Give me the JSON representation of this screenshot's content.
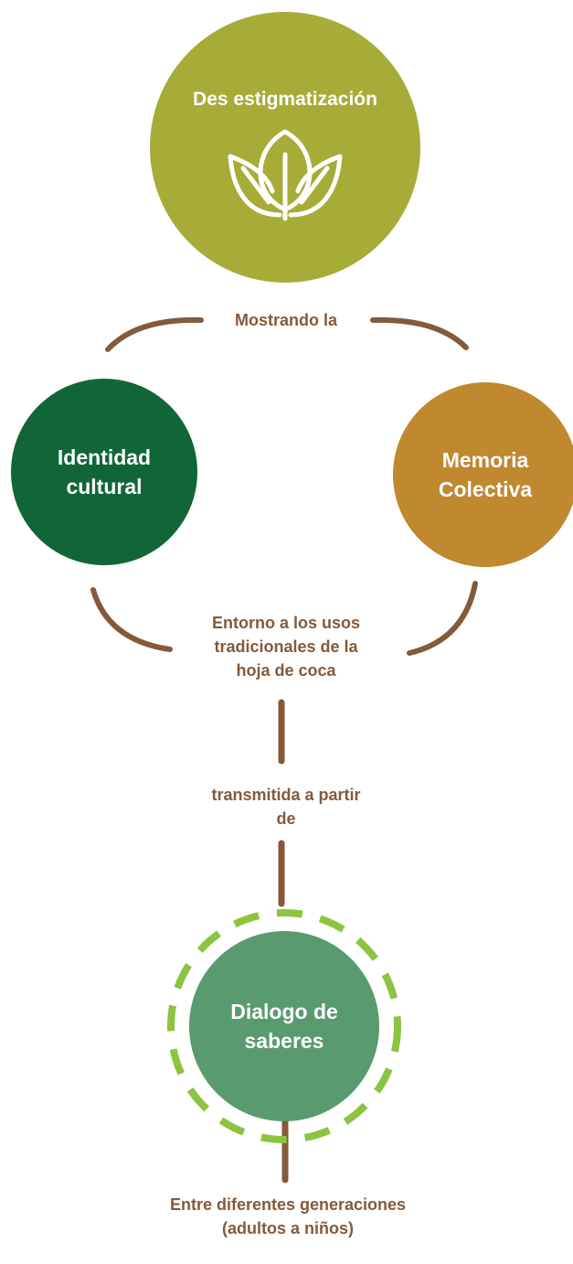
{
  "nodes": {
    "top": {
      "label": "Des estigmatización",
      "icon": "leaf-icon",
      "color": "#a6ac37"
    },
    "left": {
      "line1": "Identidad",
      "line2": "cultural",
      "color": "#116638"
    },
    "right": {
      "line1": "Memoria",
      "line2": "Colectiva",
      "color": "#c0882f"
    },
    "bottom": {
      "line1": "Dialogo de",
      "line2": "saberes",
      "color": "#5a9a6f",
      "ring_color": "#8cc43f"
    }
  },
  "links": {
    "top_to_sides": "Mostrando la",
    "sides_to_center": [
      "Entorno a los usos",
      "tradicionales de la",
      "hoja de coca"
    ],
    "center_to_bottom": [
      "transmitida a partir",
      "de"
    ],
    "bottom_caption": [
      "Entre diferentes generaciones",
      "(adultos a niños)"
    ]
  },
  "colors": {
    "connector": "#845a3a",
    "label_text": "#845a3a"
  }
}
